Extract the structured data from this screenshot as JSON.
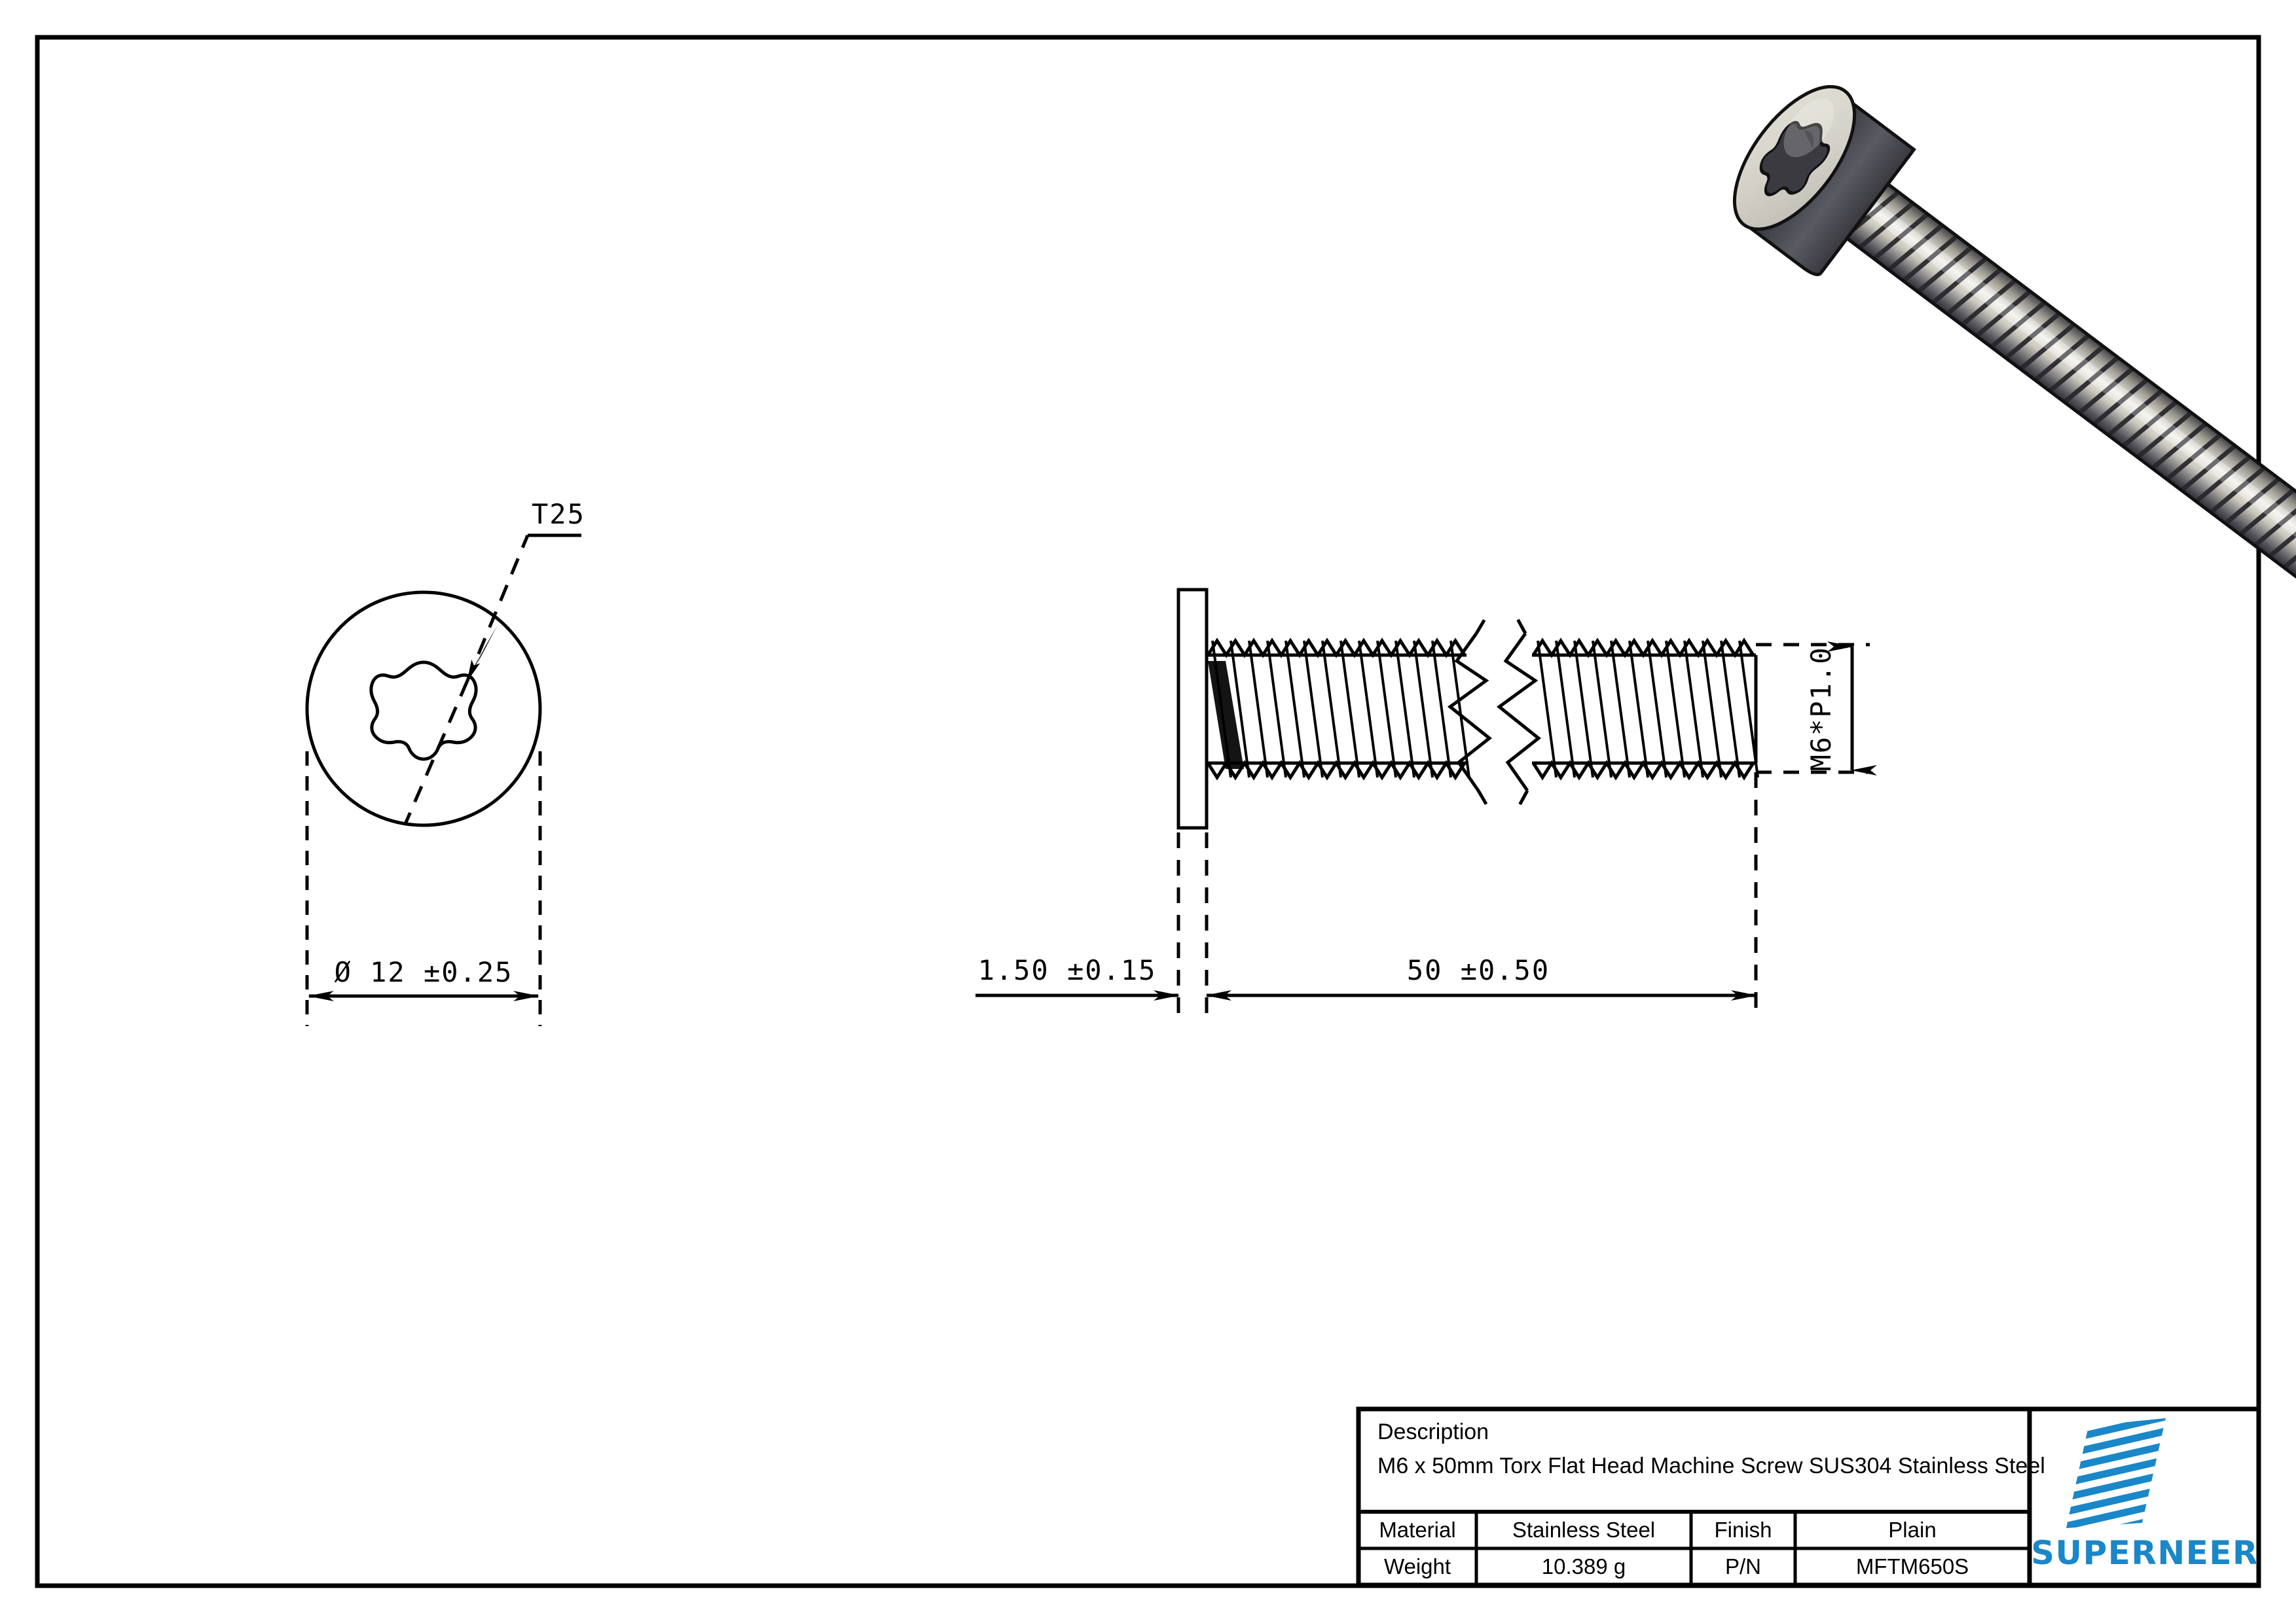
{
  "document": {
    "type": "engineering-drawing",
    "sheet_background": "#ffffff",
    "line_color": "#000000"
  },
  "views": {
    "top_view": {
      "name": "head-top-view",
      "drive_callout": "T25",
      "drive_type": "torx-6-lobe",
      "diameter_dimension": "Ø 12  ±0.25"
    },
    "side_view": {
      "name": "side-elevation-view",
      "head_thickness_dimension": "1.50  ±0.15",
      "length_dimension": "50  ±0.50",
      "thread_dimension": "M6*P1.0"
    },
    "iso_view": {
      "name": "isometric-3d-render",
      "description": "torx flat head machine screw 3D shaded view"
    }
  },
  "title_block": {
    "description_label": "Description",
    "description_value": "M6 x 50mm Torx Flat Head Machine Screw SUS304 Stainless Steel",
    "rows": [
      {
        "label": "Material",
        "value": "Stainless Steel",
        "label2": "Finish",
        "value2": "Plain"
      },
      {
        "label": "Weight",
        "value": "10.389    g",
        "label2": "P/N",
        "value2": "MFTM650S"
      }
    ]
  },
  "logo": {
    "wordmark": "SUPERNEER",
    "brand_color": "#1a87c8",
    "mark_name": "striped-parallelogram-mark"
  },
  "colors": {
    "ink": "#000000",
    "paper": "#ffffff",
    "brand_blue": "#1a87c8",
    "metal_light": "#d8d6cd",
    "metal_mid": "#9a9892",
    "metal_dark": "#4a4a50"
  }
}
